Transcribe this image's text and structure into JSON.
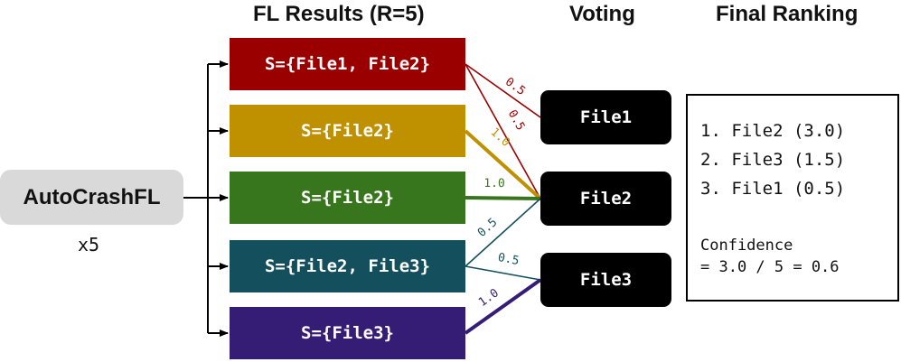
{
  "headers": {
    "fl_results": "FL Results (R=5)",
    "voting": "Voting",
    "final_ranking": "Final Ranking"
  },
  "source": {
    "label": "AutoCrashFL",
    "multiplier": "x5"
  },
  "fl_results": [
    {
      "label": "S={File1, File2}",
      "color": "#9b0000"
    },
    {
      "label": "S={File2}",
      "color": "#bf9000"
    },
    {
      "label": "S={File2}",
      "color": "#38761d"
    },
    {
      "label": "S={File2, File3}",
      "color": "#134f5c"
    },
    {
      "label": "S={File3}",
      "color": "#351c75"
    }
  ],
  "voting": [
    {
      "label": "File1"
    },
    {
      "label": "File2"
    },
    {
      "label": "File3"
    }
  ],
  "edges": [
    {
      "from": 0,
      "to": 0,
      "weight": "0.5"
    },
    {
      "from": 0,
      "to": 1,
      "weight": "0.5"
    },
    {
      "from": 1,
      "to": 1,
      "weight": "1.0"
    },
    {
      "from": 2,
      "to": 1,
      "weight": "1.0"
    },
    {
      "from": 3,
      "to": 1,
      "weight": "0.5"
    },
    {
      "from": 3,
      "to": 2,
      "weight": "0.5"
    },
    {
      "from": 4,
      "to": 2,
      "weight": "1.0"
    }
  ],
  "final_ranking": {
    "items": [
      "1. File2 (3.0)",
      "2. File3 (1.5)",
      "3. File1 (0.5)"
    ],
    "confidence_line1": "Confidence",
    "confidence_line2": "= 3.0 / 5 = 0.6"
  }
}
